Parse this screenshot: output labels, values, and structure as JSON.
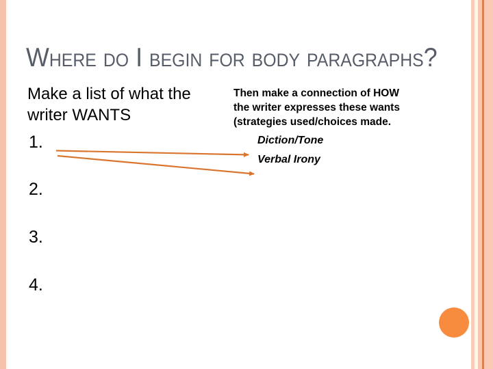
{
  "slide": {
    "title": "Where do I begin for body paragraphs?",
    "left_column": {
      "intro_lines": [
        "Make a list of what the",
        "writer WANTS"
      ],
      "list_items": [
        "1.",
        "2.",
        "3.",
        "4."
      ]
    },
    "right_column": {
      "intro_lines": [
        "Then make a connection of HOW",
        "the writer expresses these wants",
        "(strategies used/choices made."
      ],
      "strategies": [
        "Diction/Tone",
        "Verbal Irony"
      ]
    },
    "colors": {
      "title_text": "#565D68",
      "body_text": "#000000",
      "arrow": "#D9752E",
      "circle": "#F78C3E",
      "left_bar": "#F5C3AB",
      "stripe_light": "#F8CDB9",
      "stripe_cream": "#FDF5EC",
      "stripe_dark": "#DC8152",
      "stripe_right": "#FACAB4"
    }
  }
}
